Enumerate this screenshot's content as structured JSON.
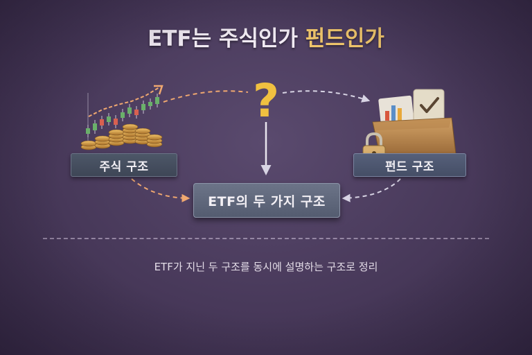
{
  "title": {
    "main": "ETF는 주식인가",
    "accent": "펀드인가"
  },
  "nodes": {
    "stock_label": "주식 구조",
    "fund_label": "펀드 구조",
    "center_label": "ETF의 두 가지 구조"
  },
  "question_mark": "?",
  "caption": "ETF가 지닌 두 구조를 동시에 설명하는 구조로 정리",
  "icons": [
    "candlestick-chart-icon",
    "gold-coins-icon",
    "question-mark-icon",
    "folder-icon",
    "padlock-icon",
    "checkmark-icon",
    "bar-chart-icon"
  ],
  "colors": {
    "background": "#4a3c5c",
    "title_text": "#f1ebf3",
    "title_accent": "#f0c66b",
    "stock_arrow": "#f0a870",
    "fund_arrow": "#d8d4e4",
    "question": "#f0c040"
  }
}
